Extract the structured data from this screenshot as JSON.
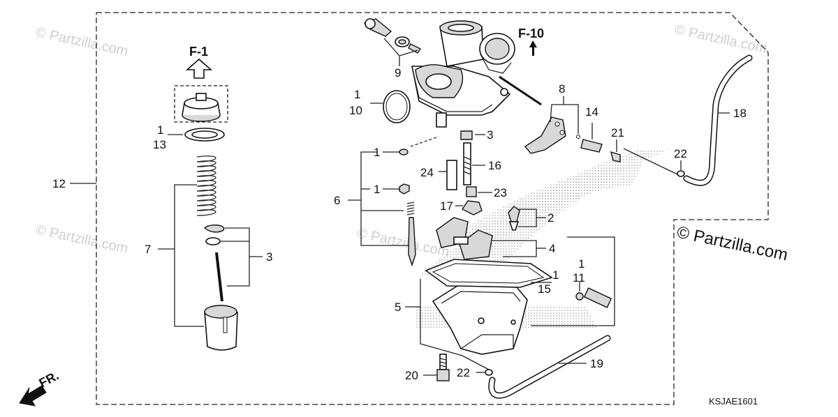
{
  "diagram": {
    "diagram_code": "KSJAE1601",
    "brand_text": "Partzilla.com",
    "watermark": "© Partzilla.com",
    "direction_label": "FR.",
    "refs": [
      {
        "id": "f1",
        "text": "F-1"
      },
      {
        "id": "f10",
        "text": "F-10"
      }
    ],
    "callouts": [
      {
        "id": "c1a",
        "text": "1"
      },
      {
        "id": "c13",
        "text": "13"
      },
      {
        "id": "c12",
        "text": "12"
      },
      {
        "id": "c7",
        "text": "7"
      },
      {
        "id": "c3a",
        "text": "3"
      },
      {
        "id": "c9",
        "text": "9"
      },
      {
        "id": "c1b",
        "text": "1"
      },
      {
        "id": "c10",
        "text": "10"
      },
      {
        "id": "c1c",
        "text": "1"
      },
      {
        "id": "c1d",
        "text": "1"
      },
      {
        "id": "c6",
        "text": "6"
      },
      {
        "id": "c3b",
        "text": "3"
      },
      {
        "id": "c24",
        "text": "24"
      },
      {
        "id": "c16",
        "text": "16"
      },
      {
        "id": "c23",
        "text": "23"
      },
      {
        "id": "c17",
        "text": "17"
      },
      {
        "id": "c2",
        "text": "2"
      },
      {
        "id": "c4",
        "text": "4"
      },
      {
        "id": "c1e",
        "text": "1"
      },
      {
        "id": "c15",
        "text": "15"
      },
      {
        "id": "c5",
        "text": "5"
      },
      {
        "id": "c1f",
        "text": "1"
      },
      {
        "id": "c11",
        "text": "11"
      },
      {
        "id": "c8",
        "text": "8"
      },
      {
        "id": "c14",
        "text": "14"
      },
      {
        "id": "c21",
        "text": "21"
      },
      {
        "id": "c22a",
        "text": "22"
      },
      {
        "id": "c18",
        "text": "18"
      },
      {
        "id": "c19",
        "text": "19"
      },
      {
        "id": "c20",
        "text": "20"
      },
      {
        "id": "c22b",
        "text": "22"
      }
    ]
  }
}
